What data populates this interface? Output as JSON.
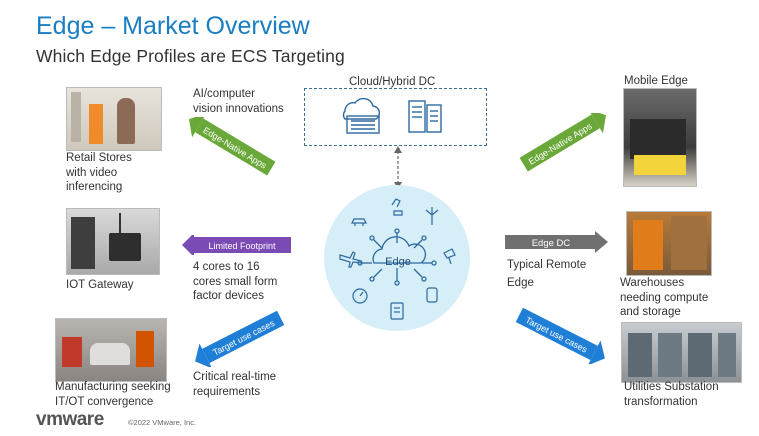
{
  "title": "Edge – Market Overview",
  "subtitle": "Which Edge Profiles are ECS Targeting",
  "cloud": {
    "label": "Cloud/Hybrid DC"
  },
  "hub": {
    "label": "Edge"
  },
  "left": {
    "retail": {
      "caption": [
        "Retail Stores",
        "with video",
        "inferencing"
      ],
      "note": [
        "AI/computer",
        "vision innovations"
      ],
      "arrow_label": "Edge-Native Apps"
    },
    "iot": {
      "caption": "IOT Gateway",
      "note": [
        "4 cores to 16",
        "cores small form",
        "factor devices"
      ],
      "arrow_label": "Limited Footprint"
    },
    "manufacturing": {
      "caption": [
        "Manufacturing seeking",
        "IT/OT convergence"
      ],
      "note": [
        "Critical real-time",
        "requirements"
      ],
      "arrow_label": "Target use cases"
    }
  },
  "right": {
    "mobile": {
      "caption": "Mobile Edge",
      "arrow_label": "Edge-Native Apps"
    },
    "warehouse": {
      "caption": [
        "Warehouses",
        "needing compute",
        "and storage"
      ],
      "note": [
        "Typical Remote",
        "Edge"
      ],
      "arrow_label": "Edge DC"
    },
    "utilities": {
      "caption": [
        "Utilities Substation",
        "transformation"
      ],
      "arrow_label": "Target use cases"
    }
  },
  "colors": {
    "title": "#1a7ec2",
    "green_arrow": "#6aa83a",
    "purple_arrow": "#7b4bb5",
    "gray_arrow": "#707070",
    "blue_arrow": "#1f7fd6",
    "hub_circle": "#d5eef8",
    "cloud_border": "#3f6f95"
  },
  "footer": {
    "logo": "vmware",
    "copyright": "©2022 VMware, Inc."
  }
}
